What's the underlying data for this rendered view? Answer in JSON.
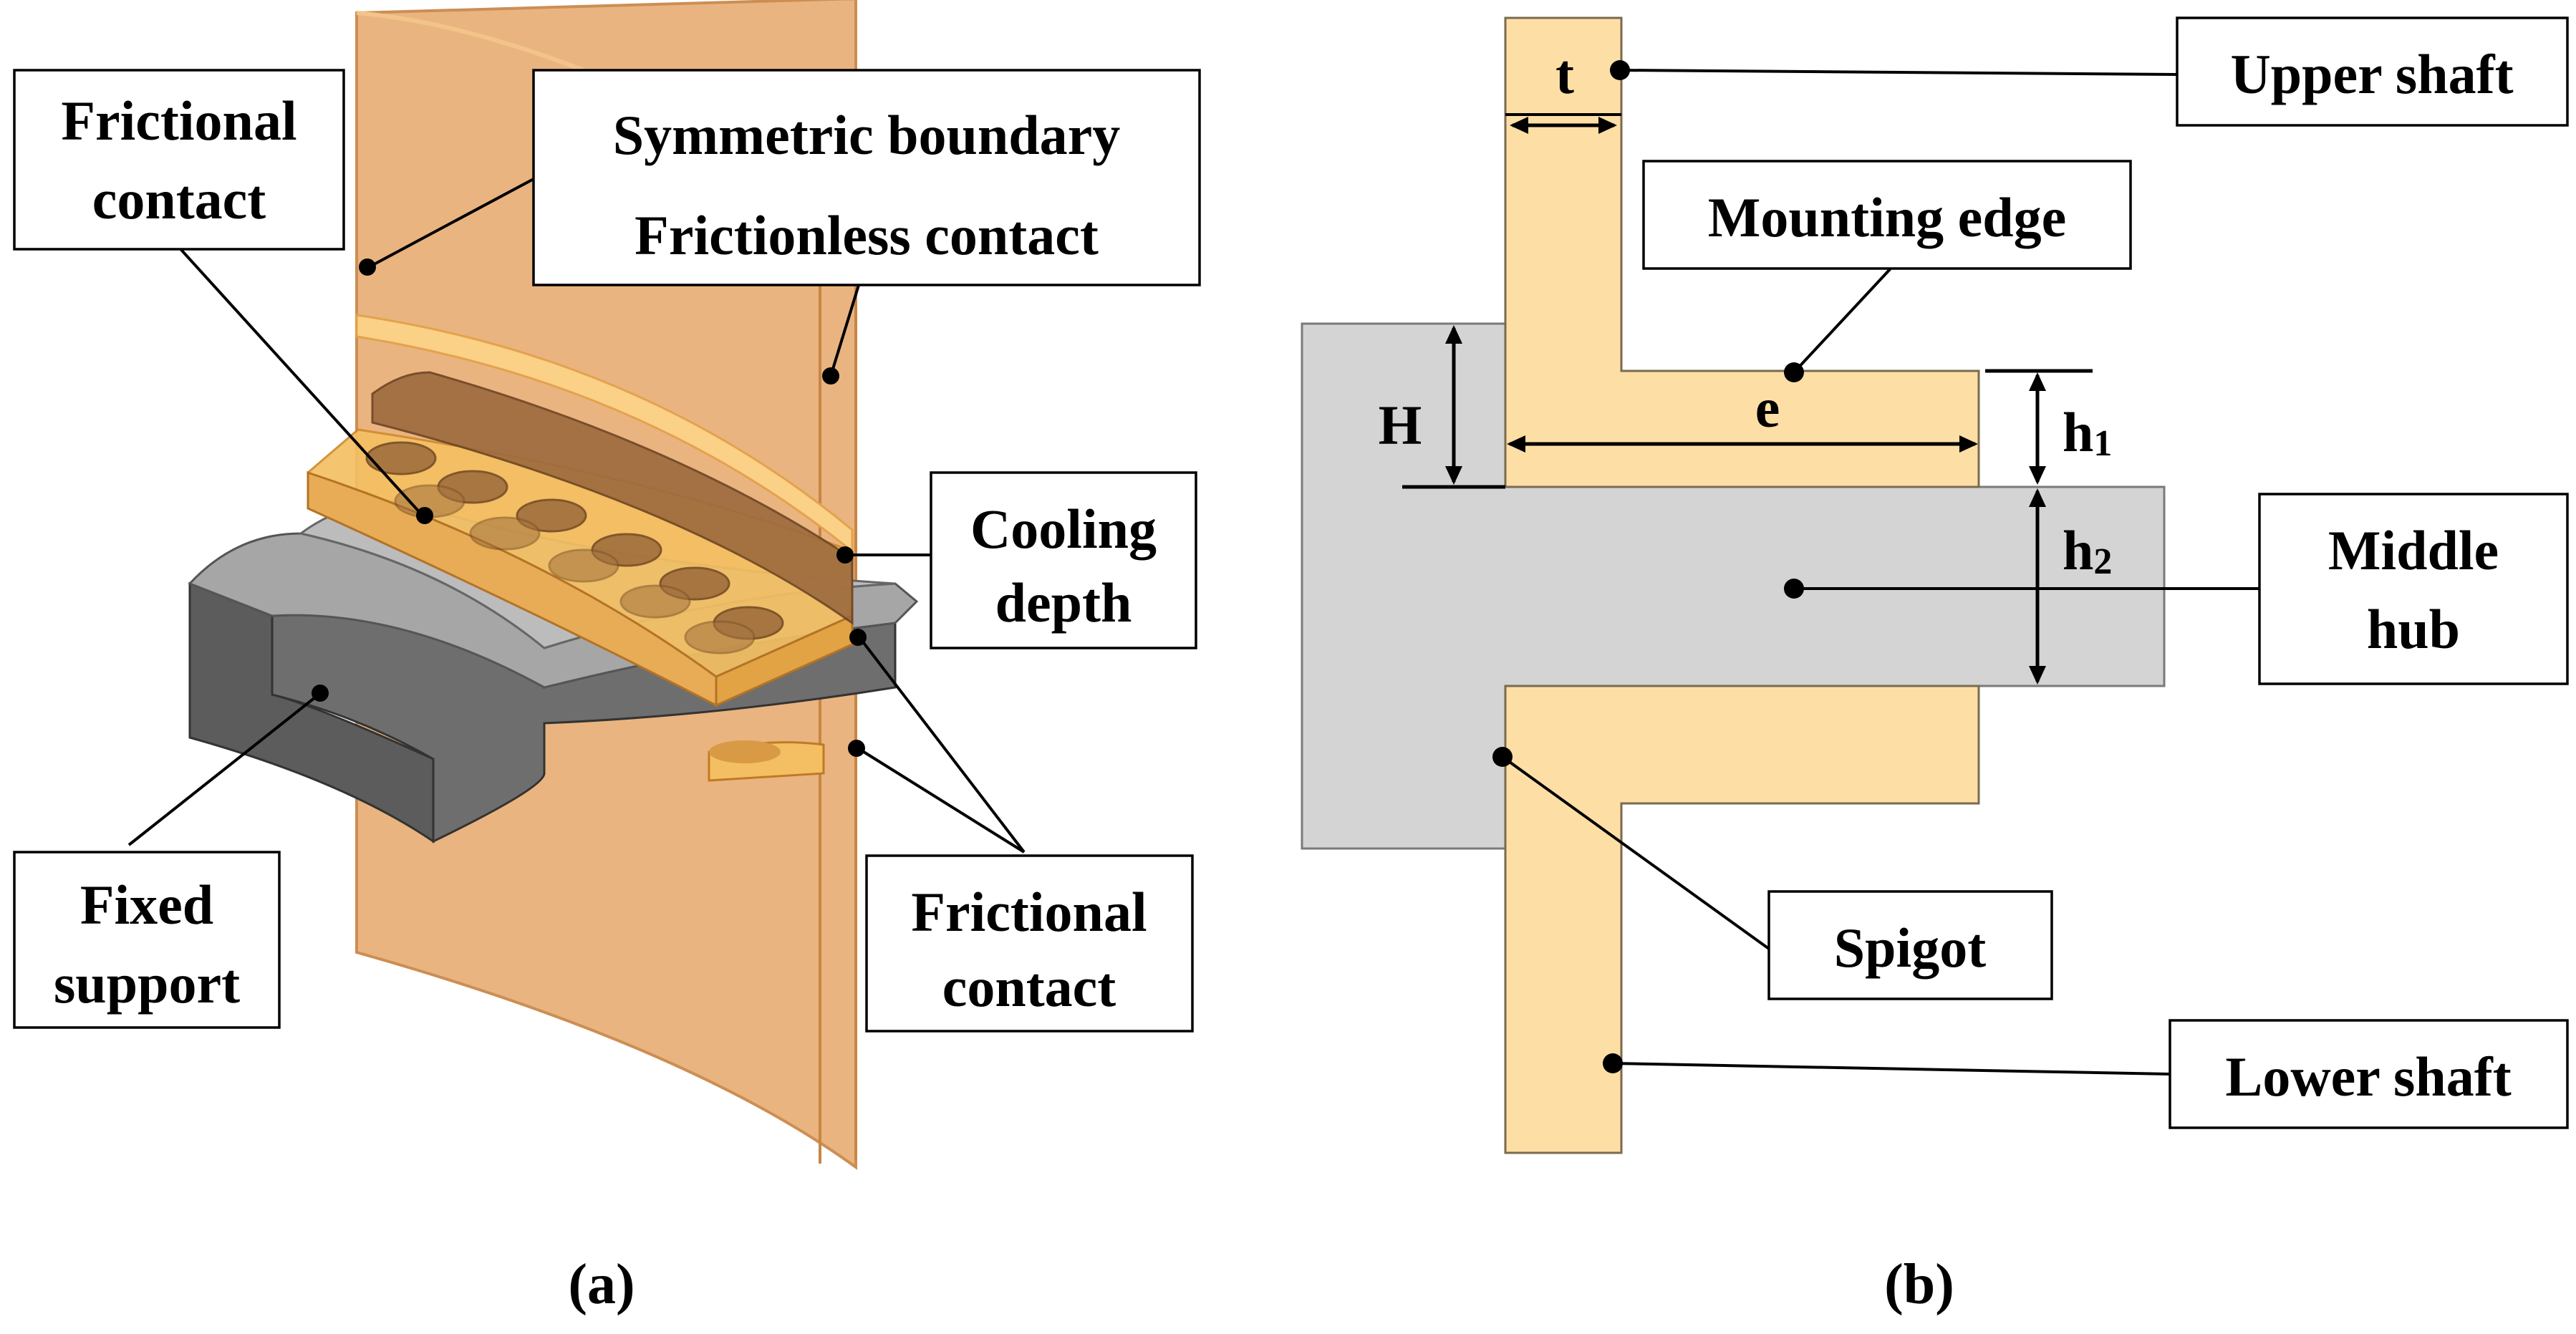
{
  "panel_a": {
    "caption": "(a)",
    "labels": {
      "frictional_contact_top_1": "Frictional",
      "frictional_contact_top_2": "contact",
      "symmetric_boundary": "Symmetric boundary",
      "frictionless_contact": "Frictionless contact",
      "cooling_depth_1": "Cooling",
      "cooling_depth_2": "depth",
      "fixed_support_1": "Fixed",
      "fixed_support_2": "support",
      "frictional_contact_bottom_1": "Frictional",
      "frictional_contact_bottom_2": "contact"
    }
  },
  "panel_b": {
    "caption": "(b)",
    "labels": {
      "upper_shaft": "Upper shaft",
      "mounting_edge": "Mounting edge",
      "middle_hub_1": "Middle",
      "middle_hub_2": "hub",
      "spigot": "Spigot",
      "lower_shaft": "Lower shaft"
    },
    "dimensions": {
      "t": "t",
      "H": "H",
      "e": "e",
      "h1_base": "h",
      "h1_sub": "1",
      "h2_base": "h",
      "h2_sub": "2"
    }
  },
  "colors": {
    "shaft_fill": "#fddfa6",
    "shaft_3d": "#e9ae76",
    "hub_fill": "#d4d4d4",
    "support_dark": "#5c5c5c",
    "support_top": "#a6a6a6"
  }
}
